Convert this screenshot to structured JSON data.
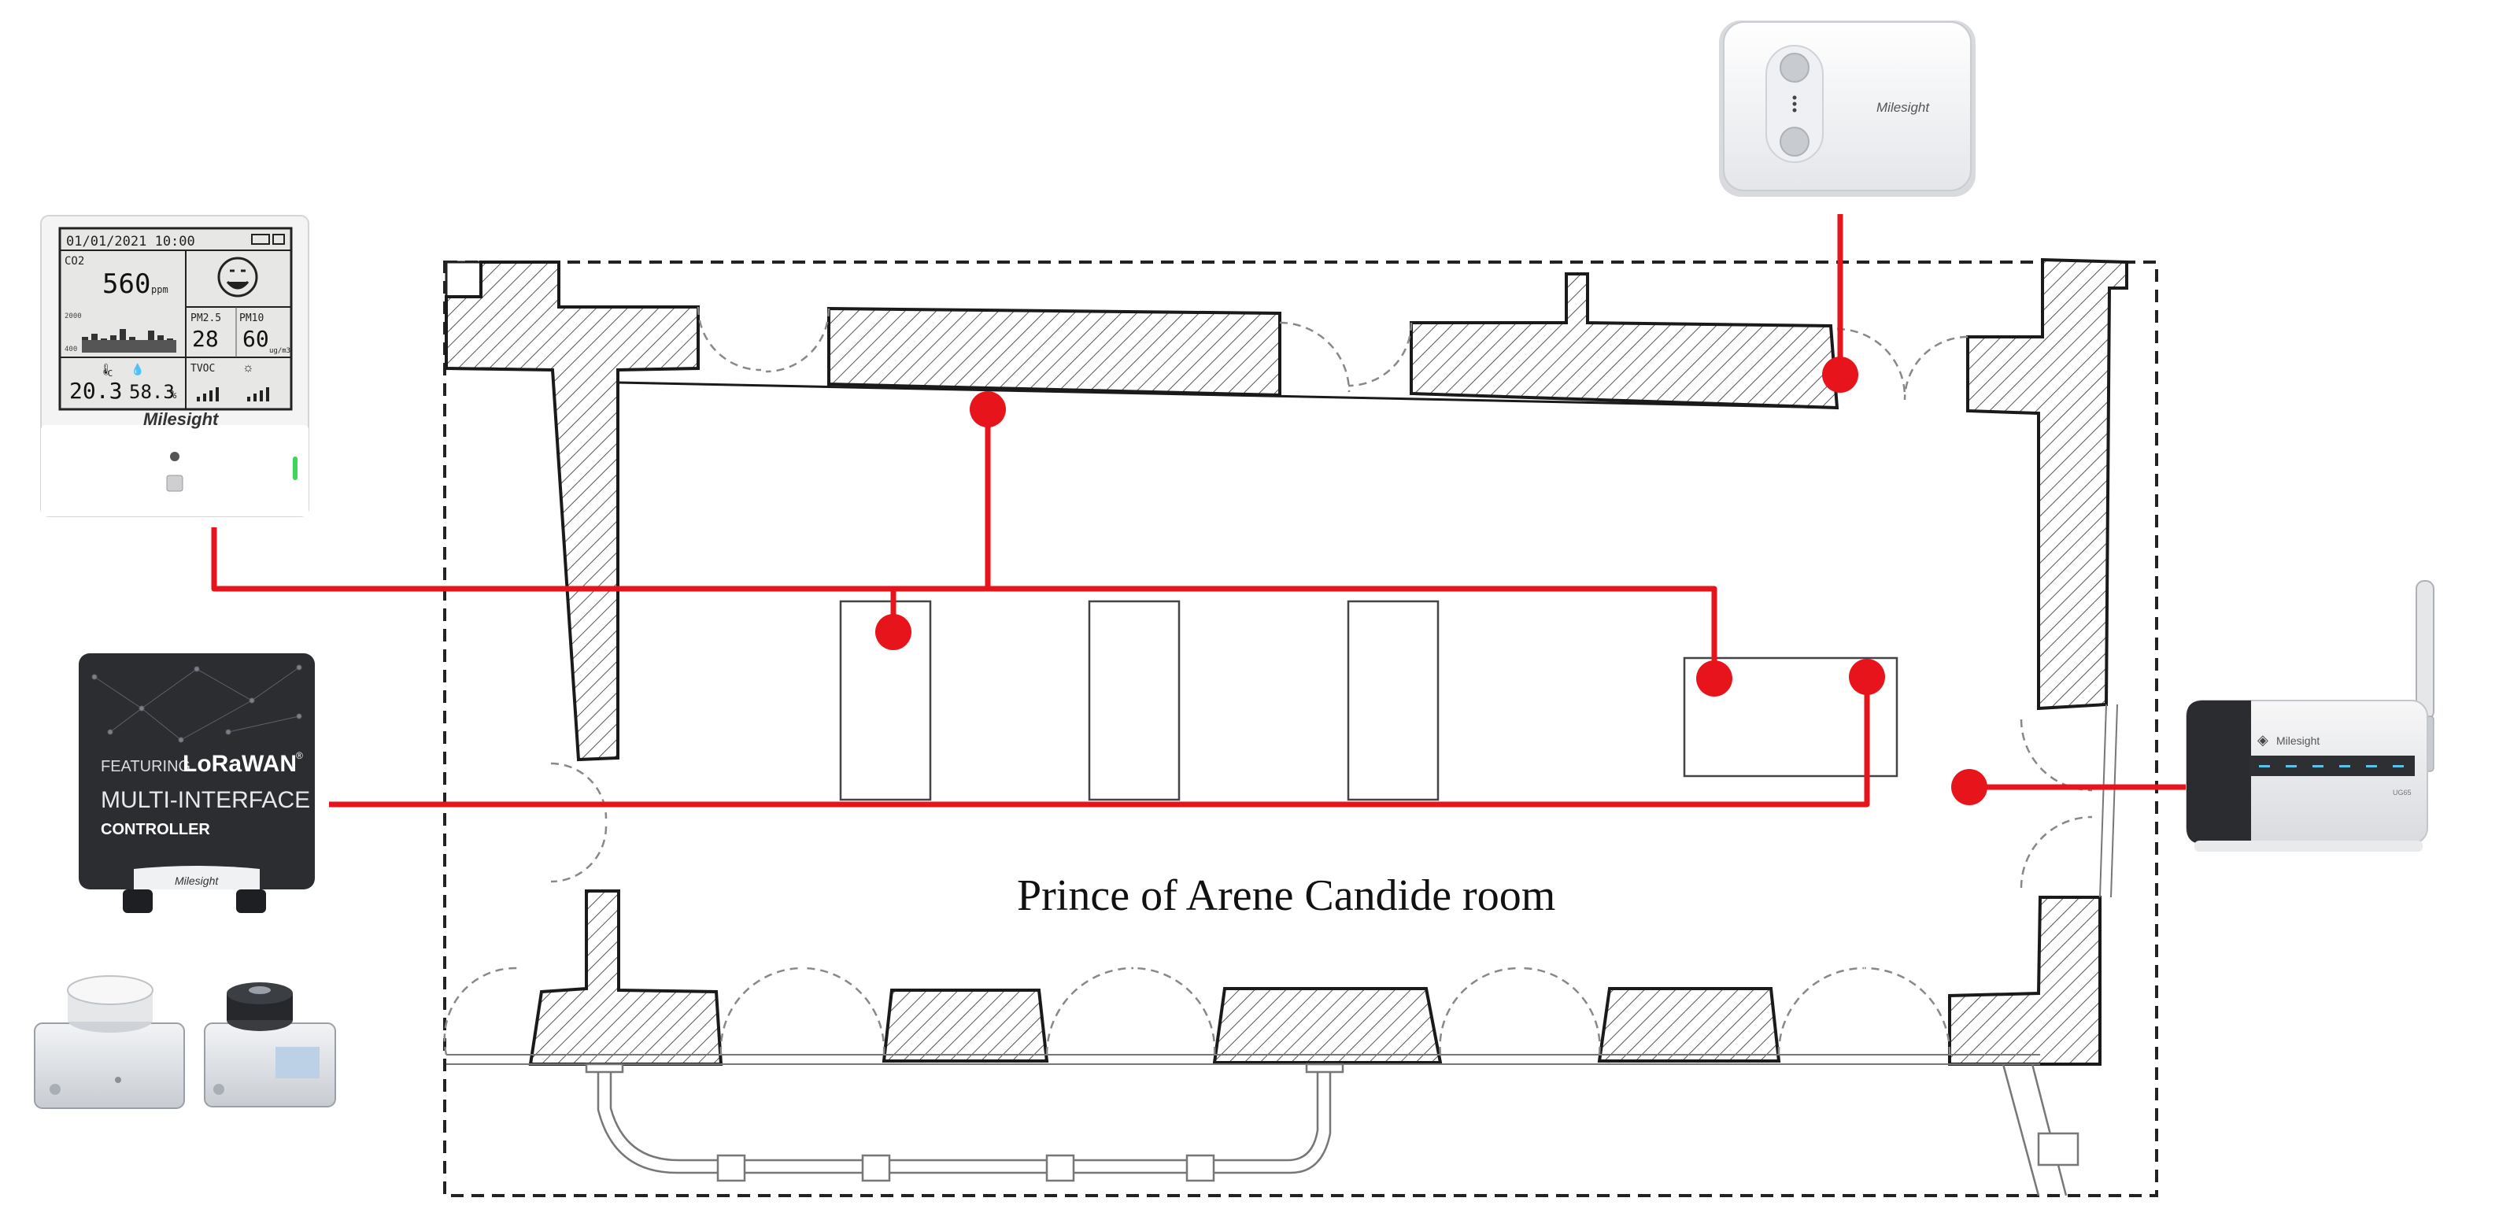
{
  "room": {
    "label": "Prince of Arene Candide room"
  },
  "devices": {
    "indoor_sensor": {
      "date_time": "01/01/2021 10:00",
      "co2_label": "CO2",
      "co2_value": "560",
      "co2_unit": "ppm",
      "chart_max": "2000",
      "chart_min": "400",
      "pm25_label": "PM2.5",
      "pm25_value": "28",
      "pm10_label": "PM10",
      "pm10_value": "60",
      "pm_unit": "ug/m3",
      "temperature": "20.3",
      "temperature_unit": "°C",
      "humidity": "58.3",
      "humidity_unit": "%",
      "tvoc_label": "TVOC",
      "brand": "Milesight"
    },
    "wall_sensor": {
      "brand": "Milesight"
    },
    "controller": {
      "featuring": "FEATURING",
      "lorawan": "LoRaWAN",
      "tm": "®",
      "line1": "MULTI-INTERFACE",
      "line2": "CONTROLLER",
      "brand": "Milesight"
    },
    "gateway": {
      "brand": "Milesight",
      "model": "UG65"
    }
  },
  "colors": {
    "network": "#e8141c",
    "wall_outline": "#1a1a1a",
    "hatch": "#555555",
    "controller_bg": "#2b2d31"
  }
}
